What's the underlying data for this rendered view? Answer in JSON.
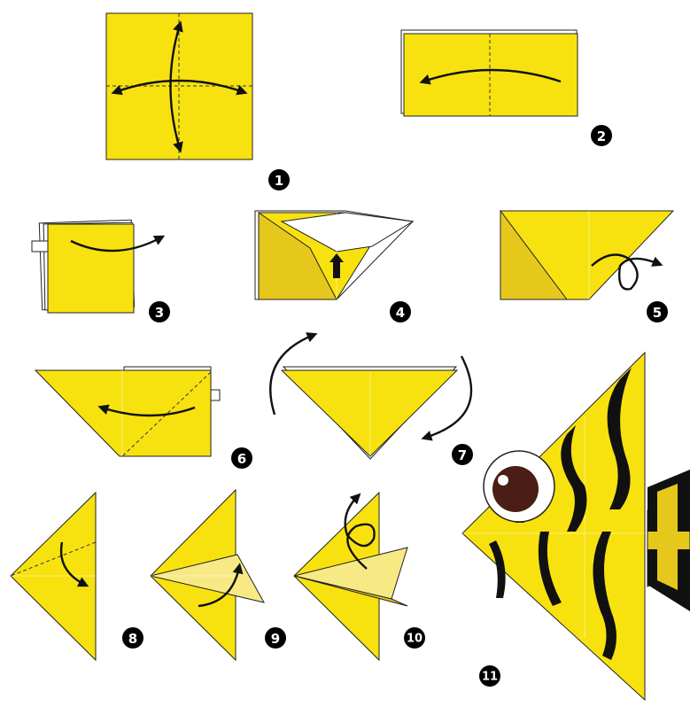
{
  "diagram": {
    "colors": {
      "paper": "#f7e20f",
      "paper_dark": "#e6c81c",
      "paper_light": "#f7ea85",
      "paper_white": "#ffffff",
      "stripe": "#111111",
      "eye_brown": "#4a1e14"
    },
    "steps": [
      {
        "number": "1"
      },
      {
        "number": "2"
      },
      {
        "number": "3"
      },
      {
        "number": "4"
      },
      {
        "number": "5"
      },
      {
        "number": "6"
      },
      {
        "number": "7"
      },
      {
        "number": "8"
      },
      {
        "number": "9"
      },
      {
        "number": "10"
      },
      {
        "number": "11"
      }
    ]
  }
}
